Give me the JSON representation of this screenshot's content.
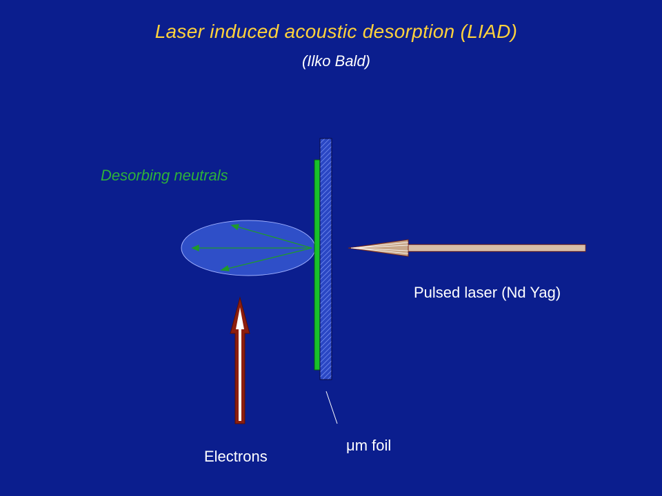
{
  "slide": {
    "title": "Laser induced acoustic desorption (LIAD)",
    "subtitle": "(Ilko Bald)"
  },
  "labels": {
    "desorbing_neutrals": "Desorbing neutrals",
    "pulsed_laser": "Pulsed laser (Nd Yag)",
    "foil_mu": "μ",
    "foil_rest": "m foil",
    "electrons": "Electrons"
  },
  "colors": {
    "background": "#0b1e8e",
    "title": "#ffd23c",
    "neutrals_label": "#2eb13a",
    "film": "#19c12a",
    "foil_hatch": "#3a5fd8",
    "electron_arrow": "#8c1e0e",
    "laser_beam": "#c9a98c",
    "neutral_arrows": "#1f9a2a",
    "plume": "#2f4fc8"
  },
  "icons": {
    "electron_beam": "up-arrow-icon",
    "laser_beam": "left-arrow-icon",
    "neutral_paths": "arrow-icon"
  }
}
